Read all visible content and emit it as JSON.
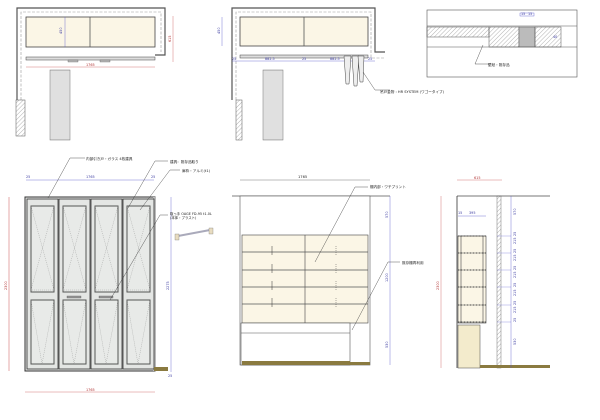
{
  "colors": {
    "panel": "#fbf6e6",
    "wall": "#888888",
    "dim_blue": "#5555cc",
    "dim_red": "#cc5555",
    "floor": "#8a7a40",
    "door": "#e4e6e4"
  },
  "plan_left": {
    "width_dim": "1765",
    "depth_dim": "615",
    "inner_dim": "450"
  },
  "plan_right": {
    "depth_dim": "450",
    "dims": [
      "25",
      "882.5",
      "25",
      "882.5",
      "25"
    ],
    "label": "吊戸金物 : HR SYSTEM (ワゴータイプ)"
  },
  "detail": {
    "dims": [
      "15",
      "15",
      "40"
    ],
    "label": "壁紙・既存品"
  },
  "front_elevation": {
    "labels": [
      "内部引き戸・ガラス 4枚建具",
      "建具：既存品取り",
      "扉枠・アルミ(t1)",
      "取っ手 OAGE FD-95 t1.0L (本体・プラスト)"
    ],
    "top_dims": [
      "25",
      "1765",
      "25"
    ],
    "height_dim": "2300",
    "right_dim": "2275",
    "bottom_dim": "1765",
    "base_dim": "25"
  },
  "mid_elevation": {
    "width_dim": "1765",
    "labels": [
      "棚内部・ワチプリント",
      "既存棚再利用"
    ],
    "right_dims": [
      "570",
      "1200",
      "530"
    ]
  },
  "side_section": {
    "width_dim": "615",
    "shelf_dims": [
      "15",
      "395"
    ],
    "height_dim": "2300",
    "right_dims": [
      "570",
      "25",
      "215",
      "25",
      "215",
      "25",
      "215",
      "25",
      "215",
      "25",
      "215",
      "25",
      "530"
    ]
  }
}
